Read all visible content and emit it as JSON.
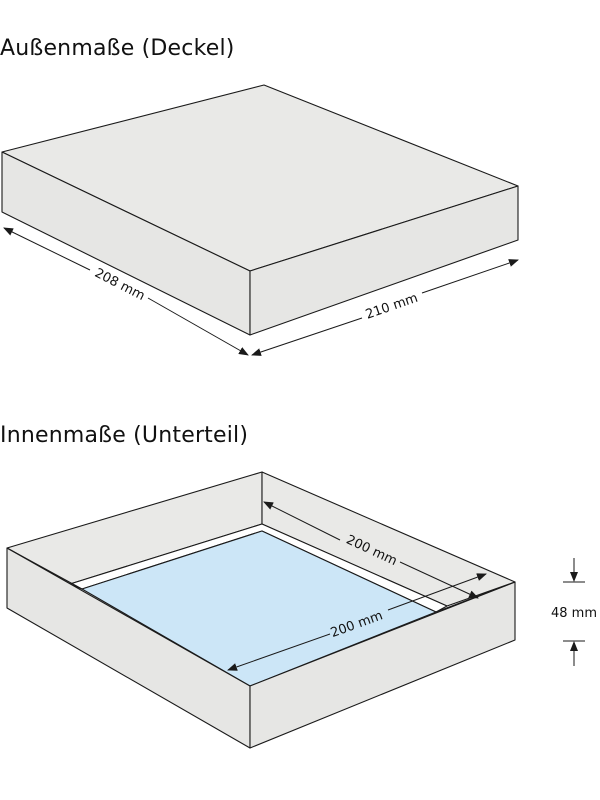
{
  "lid": {
    "title": "Außenmaße (Deckel)",
    "depth_label": "208 mm",
    "width_label": "210 mm"
  },
  "base": {
    "title": "Innenmaße (Unterteil)",
    "depth_label": "200 mm",
    "width_label": "200 mm",
    "height_label": "48 mm"
  },
  "colors": {
    "box_face": "#e6e6e4",
    "box_top": "#e9e9e7",
    "inner_floor": "#cce6f7",
    "line": "#1a1a1a"
  }
}
